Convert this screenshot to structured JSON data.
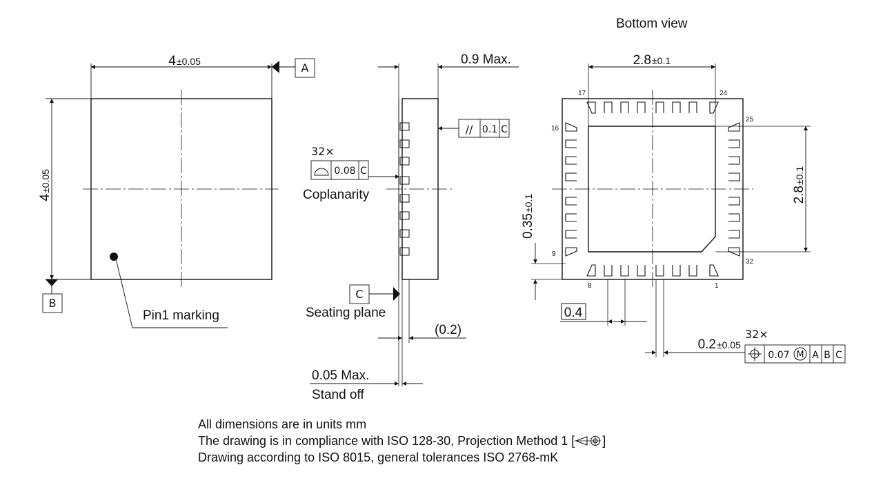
{
  "views": {
    "bottom_title": "Bottom view"
  },
  "top_view": {
    "width_dim": "4",
    "width_tol": "±0.05",
    "height_dim": "4",
    "height_tol": "±0.05",
    "datum_a": "A",
    "datum_b": "B",
    "pin1_label": "Pin1 marking"
  },
  "side_view": {
    "height_label": "0.9 Max.",
    "parallelism_symbol": "//",
    "parallelism_value": "0.1",
    "parallelism_datum": "C",
    "count_label": "32×",
    "coplanarity_value": "0.08",
    "coplanarity_datum": "C",
    "coplanarity_label": "Coplanarity",
    "datum_c": "C",
    "seating_label": "Seating plane",
    "lead_label": "(0.2)",
    "standoff_value": "0.05 Max.",
    "standoff_label": "Stand off"
  },
  "bottom_view": {
    "pad_width_dim": "2.8",
    "pad_width_tol": "±0.1",
    "pad_height_dim": "2.8",
    "pad_height_tol": "±0.1",
    "pitch_offset_dim": "0.35",
    "pitch_offset_tol": "±0.1",
    "pitch_basic": "0.4",
    "lead_width_dim": "0.2",
    "lead_width_tol": "±0.05",
    "lead_count_label": "32×",
    "position_value": "0.07",
    "modifier": "M",
    "datums": [
      "A",
      "B",
      "C"
    ],
    "pin_labels": {
      "p1": "1",
      "p8": "8",
      "p9": "9",
      "p16": "16",
      "p17": "17",
      "p24": "24",
      "p25": "25",
      "p32": "32"
    }
  },
  "notes": [
    "All dimensions are in units mm",
    "The drawing is in compliance with ISO 128-30, Projection Method 1 [",
    "]",
    "Drawing according to ISO 8015, general tolerances ISO 2768-mK"
  ]
}
